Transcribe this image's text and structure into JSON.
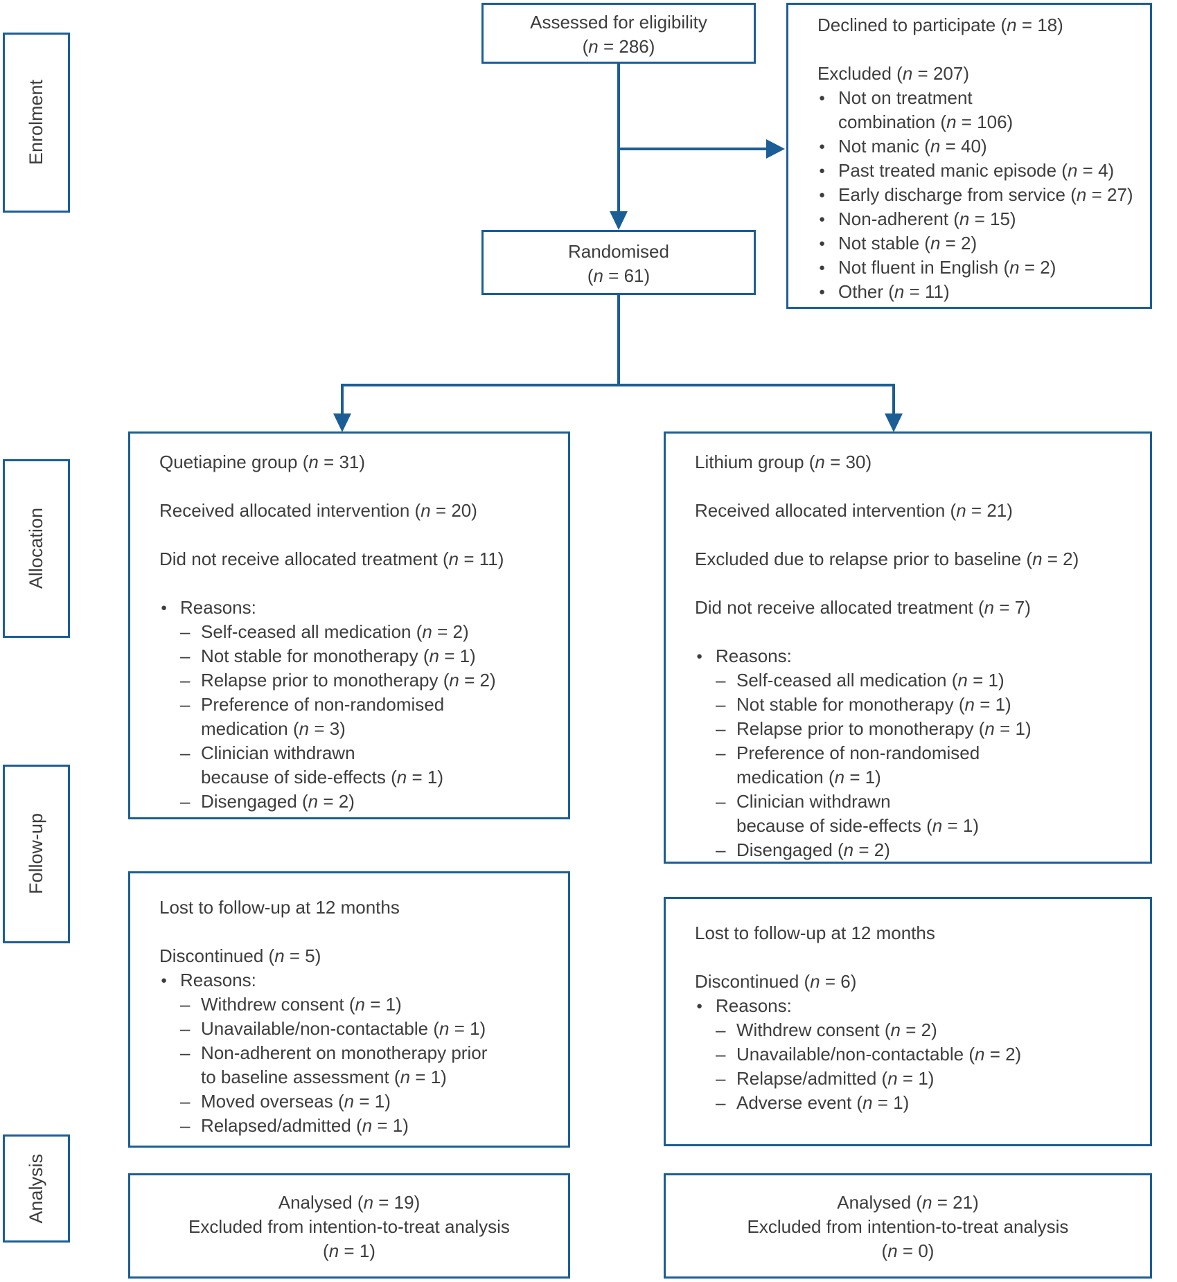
{
  "colors": {
    "accent": "#1b5e96",
    "text": "#3d3d3d",
    "background": "#ffffff"
  },
  "stages": [
    {
      "label": "Enrolment"
    },
    {
      "label": "Allocation"
    },
    {
      "label": "Follow-up"
    },
    {
      "label": "Analysis"
    }
  ],
  "boxes": {
    "assessed": {
      "lines": [
        {
          "type": "center",
          "text": "Assessed for eligibility"
        },
        {
          "type": "center",
          "text": "(n = 286)"
        }
      ]
    },
    "declined": {
      "lines": [
        {
          "type": "plain",
          "text": "Declined to participate (n = 18)"
        },
        {
          "type": "blank",
          "text": ""
        },
        {
          "type": "plain",
          "text": "Excluded (n = 207)"
        },
        {
          "type": "bullet",
          "text": "Not on treatment"
        },
        {
          "type": "bcont",
          "text": "combination (n = 106)"
        },
        {
          "type": "bullet",
          "text": "Not manic (n = 40)"
        },
        {
          "type": "bullet",
          "text": "Past treated manic episode (n = 4)"
        },
        {
          "type": "bullet",
          "text": "Early discharge from service (n = 27)"
        },
        {
          "type": "bullet",
          "text": "Non-adherent (n = 15)"
        },
        {
          "type": "bullet",
          "text": "Not stable (n = 2)"
        },
        {
          "type": "bullet",
          "text": "Not fluent in English (n = 2)"
        },
        {
          "type": "bullet",
          "text": "Other (n = 11)"
        }
      ]
    },
    "randomised": {
      "lines": [
        {
          "type": "center",
          "text": "Randomised"
        },
        {
          "type": "center",
          "text": "(n = 61)"
        }
      ]
    },
    "quetiapine_allocation": {
      "lines": [
        {
          "type": "plain",
          "text": "Quetiapine group (n = 31)"
        },
        {
          "type": "blank",
          "text": ""
        },
        {
          "type": "plain",
          "text": "Received allocated intervention (n = 20)"
        },
        {
          "type": "blank",
          "text": ""
        },
        {
          "type": "plain",
          "text": "Did not receive allocated treatment (n = 11)"
        },
        {
          "type": "blank",
          "text": ""
        },
        {
          "type": "bullet",
          "text": "Reasons:"
        },
        {
          "type": "dash",
          "text": "Self-ceased all medication (n = 2)"
        },
        {
          "type": "dash",
          "text": "Not stable for monotherapy (n = 1)"
        },
        {
          "type": "dash",
          "text": "Relapse prior to monotherapy (n = 2)"
        },
        {
          "type": "dash",
          "text": "Preference of non-randomised"
        },
        {
          "type": "cont",
          "text": "medication (n = 3)"
        },
        {
          "type": "dash",
          "text": "Clinician withdrawn"
        },
        {
          "type": "cont",
          "text": "because of side-effects (n = 1)"
        },
        {
          "type": "dash",
          "text": "Disengaged (n = 2)"
        }
      ]
    },
    "lithium_allocation": {
      "lines": [
        {
          "type": "plain",
          "text": "Lithium group (n = 30)"
        },
        {
          "type": "blank",
          "text": ""
        },
        {
          "type": "plain",
          "text": "Received allocated intervention (n = 21)"
        },
        {
          "type": "blank",
          "text": ""
        },
        {
          "type": "plain",
          "text": "Excluded due to relapse prior to baseline (n = 2)"
        },
        {
          "type": "blank",
          "text": ""
        },
        {
          "type": "plain",
          "text": "Did not receive allocated treatment (n = 7)"
        },
        {
          "type": "blank",
          "text": ""
        },
        {
          "type": "bullet",
          "text": "Reasons:"
        },
        {
          "type": "dash",
          "text": "Self-ceased all medication (n = 1)"
        },
        {
          "type": "dash",
          "text": "Not stable for monotherapy (n = 1)"
        },
        {
          "type": "dash",
          "text": "Relapse prior to monotherapy (n = 1)"
        },
        {
          "type": "dash",
          "text": "Preference of non-randomised"
        },
        {
          "type": "cont",
          "text": "medication (n = 1)"
        },
        {
          "type": "dash",
          "text": "Clinician withdrawn"
        },
        {
          "type": "cont",
          "text": "because of side-effects (n = 1)"
        },
        {
          "type": "dash",
          "text": "Disengaged (n = 2)"
        }
      ]
    },
    "quetiapine_followup": {
      "lines": [
        {
          "type": "plain",
          "text": "Lost to follow-up at 12 months"
        },
        {
          "type": "blank",
          "text": ""
        },
        {
          "type": "plain",
          "text": "Discontinued (n = 5)"
        },
        {
          "type": "bullet",
          "text": "Reasons:"
        },
        {
          "type": "dash",
          "text": "Withdrew consent (n = 1)"
        },
        {
          "type": "dash",
          "text": "Unavailable/non-contactable (n = 1)"
        },
        {
          "type": "dash",
          "text": "Non-adherent on monotherapy prior"
        },
        {
          "type": "cont",
          "text": "to baseline assessment (n = 1)"
        },
        {
          "type": "dash",
          "text": "Moved overseas (n = 1)"
        },
        {
          "type": "dash",
          "text": "Relapsed/admitted (n = 1)"
        }
      ]
    },
    "lithium_followup": {
      "lines": [
        {
          "type": "plain",
          "text": "Lost to follow-up at 12 months"
        },
        {
          "type": "blank",
          "text": ""
        },
        {
          "type": "plain",
          "text": "Discontinued (n = 6)"
        },
        {
          "type": "bullet",
          "text": "Reasons:"
        },
        {
          "type": "dash",
          "text": "Withdrew consent (n = 2)"
        },
        {
          "type": "dash",
          "text": "Unavailable/non-contactable (n = 2)"
        },
        {
          "type": "dash",
          "text": "Relapse/admitted (n = 1)"
        },
        {
          "type": "dash",
          "text": "Adverse event (n = 1)"
        }
      ]
    },
    "quetiapine_analysis": {
      "lines": [
        {
          "type": "center",
          "text": "Analysed (n = 19)"
        },
        {
          "type": "center",
          "text": "Excluded from intention-to-treat analysis"
        },
        {
          "type": "center",
          "text": "(n = 1)"
        }
      ]
    },
    "lithium_analysis": {
      "lines": [
        {
          "type": "center",
          "text": "Analysed (n = 21)"
        },
        {
          "type": "center",
          "text": "Excluded from intention-to-treat analysis"
        },
        {
          "type": "center",
          "text": "(n = 0)"
        }
      ]
    }
  }
}
